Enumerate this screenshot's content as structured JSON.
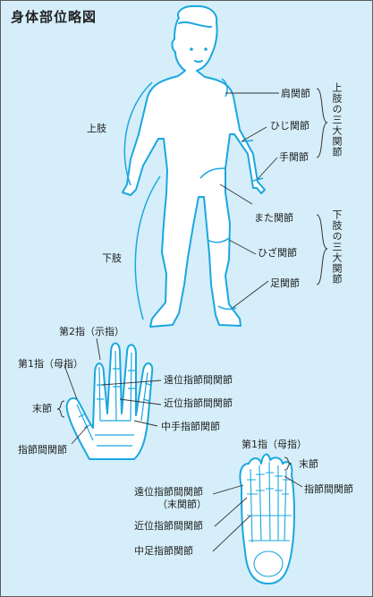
{
  "title": "身体部位略図",
  "upper_limb": "上肢",
  "lower_limb": "下肢",
  "upper_three_joints": "上肢の三大関節",
  "lower_three_joints": "下肢の三大関節",
  "body_joints": {
    "shoulder": "肩関節",
    "elbow": "ひじ関節",
    "wrist": "手関節",
    "hip": "また関節",
    "knee": "ひざ関節",
    "ankle": "足関節"
  },
  "hand": {
    "second_finger": "第2指（示指）",
    "first_finger": "第1指（母指）",
    "distal_phalanx": "末節",
    "ip_joint": "指節間関節",
    "dip_joint": "遠位指節間関節",
    "pip_joint": "近位指節間関節",
    "mcp_joint": "中手指節関節"
  },
  "foot": {
    "first_toe": "第1指（母指）",
    "distal_phalanx": "末節",
    "ip_joint": "指節間関節",
    "dip_joint_line1": "遠位指節間関節",
    "dip_joint_line2": "（末関節）",
    "pip_joint": "近位指節間関節",
    "mtp_joint": "中足指節関節"
  },
  "colors": {
    "background": "#d5eefa",
    "outline": "#1aa7e0",
    "bone": "#1aa7e0",
    "leader": "#333333"
  }
}
